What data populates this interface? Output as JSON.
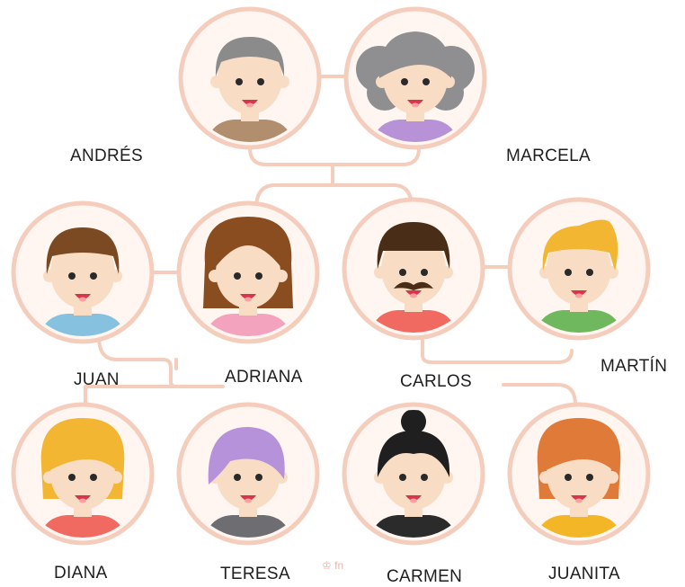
{
  "people": {
    "andres": {
      "name": "ANDRÉS",
      "skin": "#f9dcc4",
      "hair": "#8b8b8b",
      "shirt": "#b08e6e"
    },
    "marcela": {
      "name": "MARCELA",
      "skin": "#f9dcc4",
      "hair": "#8f8f91",
      "shirt": "#b792d6"
    },
    "juan": {
      "name": "JUAN",
      "skin": "#f9dcc4",
      "hair": "#7b4a22",
      "shirt": "#86c1df"
    },
    "adriana": {
      "name": "ADRIANA",
      "skin": "#f9dcc4",
      "hair": "#8a4d1f",
      "shirt": "#f3a3bd"
    },
    "carlos": {
      "name": "CARLOS",
      "skin": "#f9dcc4",
      "hair": "#4a2d16",
      "shirt": "#f06a62"
    },
    "martin": {
      "name": "MARTÍN",
      "skin": "#f9dcc4",
      "hair": "#f2b632",
      "shirt": "#6fb85d"
    },
    "diana": {
      "name": "DIANA",
      "skin": "#f9dcc4",
      "hair": "#f2b632",
      "shirt": "#f06a62"
    },
    "teresa": {
      "name": "TERESA",
      "skin": "#f9dcc4",
      "hair": "#b592d9",
      "shirt": "#6e6e72"
    },
    "carmen": {
      "name": "CARMEN",
      "skin": "#f9dcc4",
      "hair": "#1f1f1f",
      "shirt": "#2b2b2b"
    },
    "juanita": {
      "name": "JUANITA",
      "skin": "#f9dcc4",
      "hair": "#e07a38",
      "shirt": "#f3b626"
    }
  },
  "watermark": "fn",
  "colors": {
    "ring": "#f4cdbd",
    "ringFill": "#fff6f1",
    "line": "#f4cdbd",
    "mouth": "#d9334d",
    "tongue": "#f7a1a1"
  }
}
